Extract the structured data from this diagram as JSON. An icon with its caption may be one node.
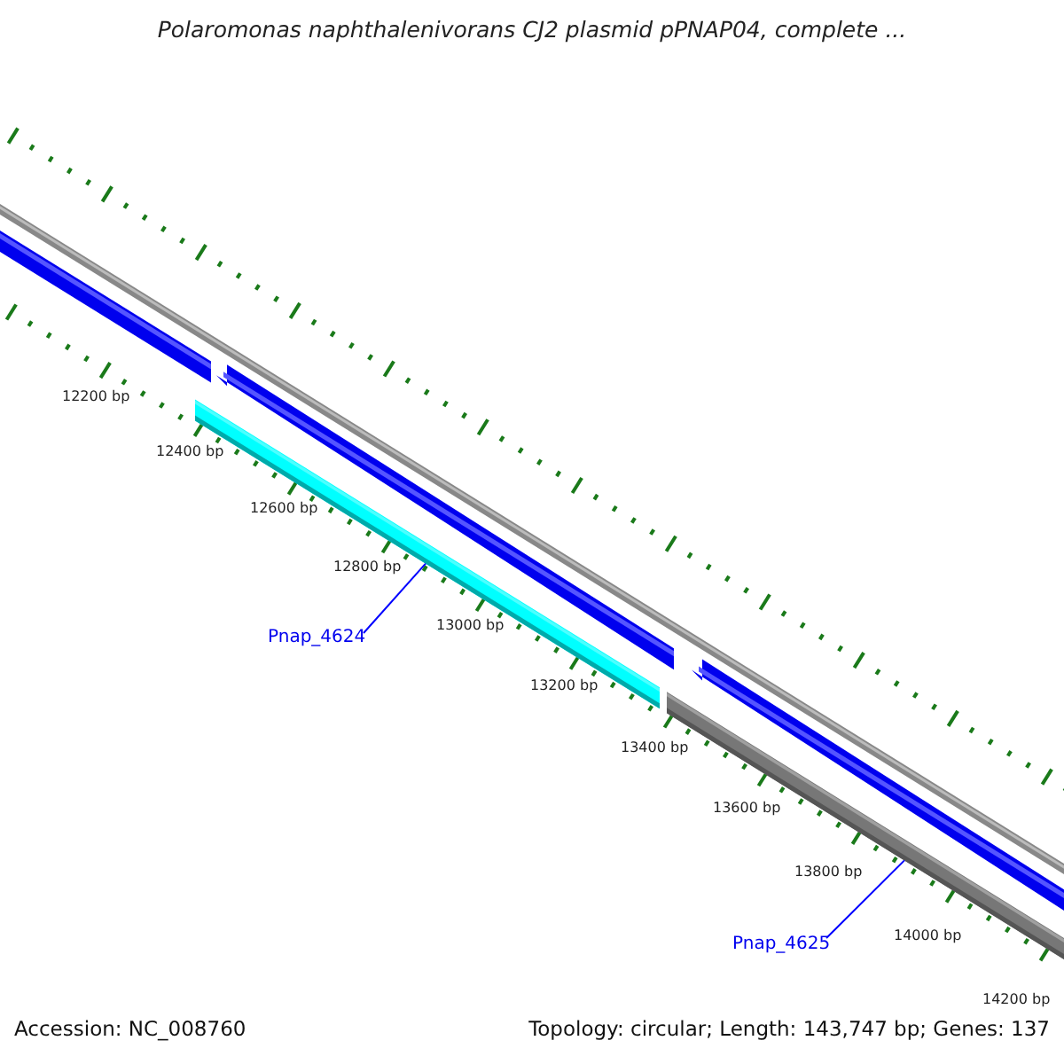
{
  "diagram": {
    "title": "Polaromonas naphthalenivorans CJ2 plasmid pPNAP04, complete ...",
    "nodes": [
      {
        "text": [
          "Pnap_4624"
        ]
      },
      {
        "text": [],
        "shape": "bar"
      },
      {
        "text": [
          "Pnap_4625"
        ]
      },
      {
        "text": [],
        "shape": "bar"
      }
    ],
    "edges": [
      {
        "from": 0,
        "to": 1,
        "arrow": "none",
        "color": "#0000ff"
      },
      {
        "from": 2,
        "to": 3,
        "arrow": "none",
        "color": "#0000ff"
      }
    ],
    "labels": [
      "12200 bp",
      "12400 bp",
      "12600 bp",
      "12800 bp",
      "13000 bp",
      "13200 bp",
      "13400 bp",
      "13600 bp",
      "13800 bp",
      "14000 bp",
      "14200 bp",
      "Accession: NC_008760",
      "Topology: circular; Length: 143,747 bp; Genes: 137"
    ]
  }
}
